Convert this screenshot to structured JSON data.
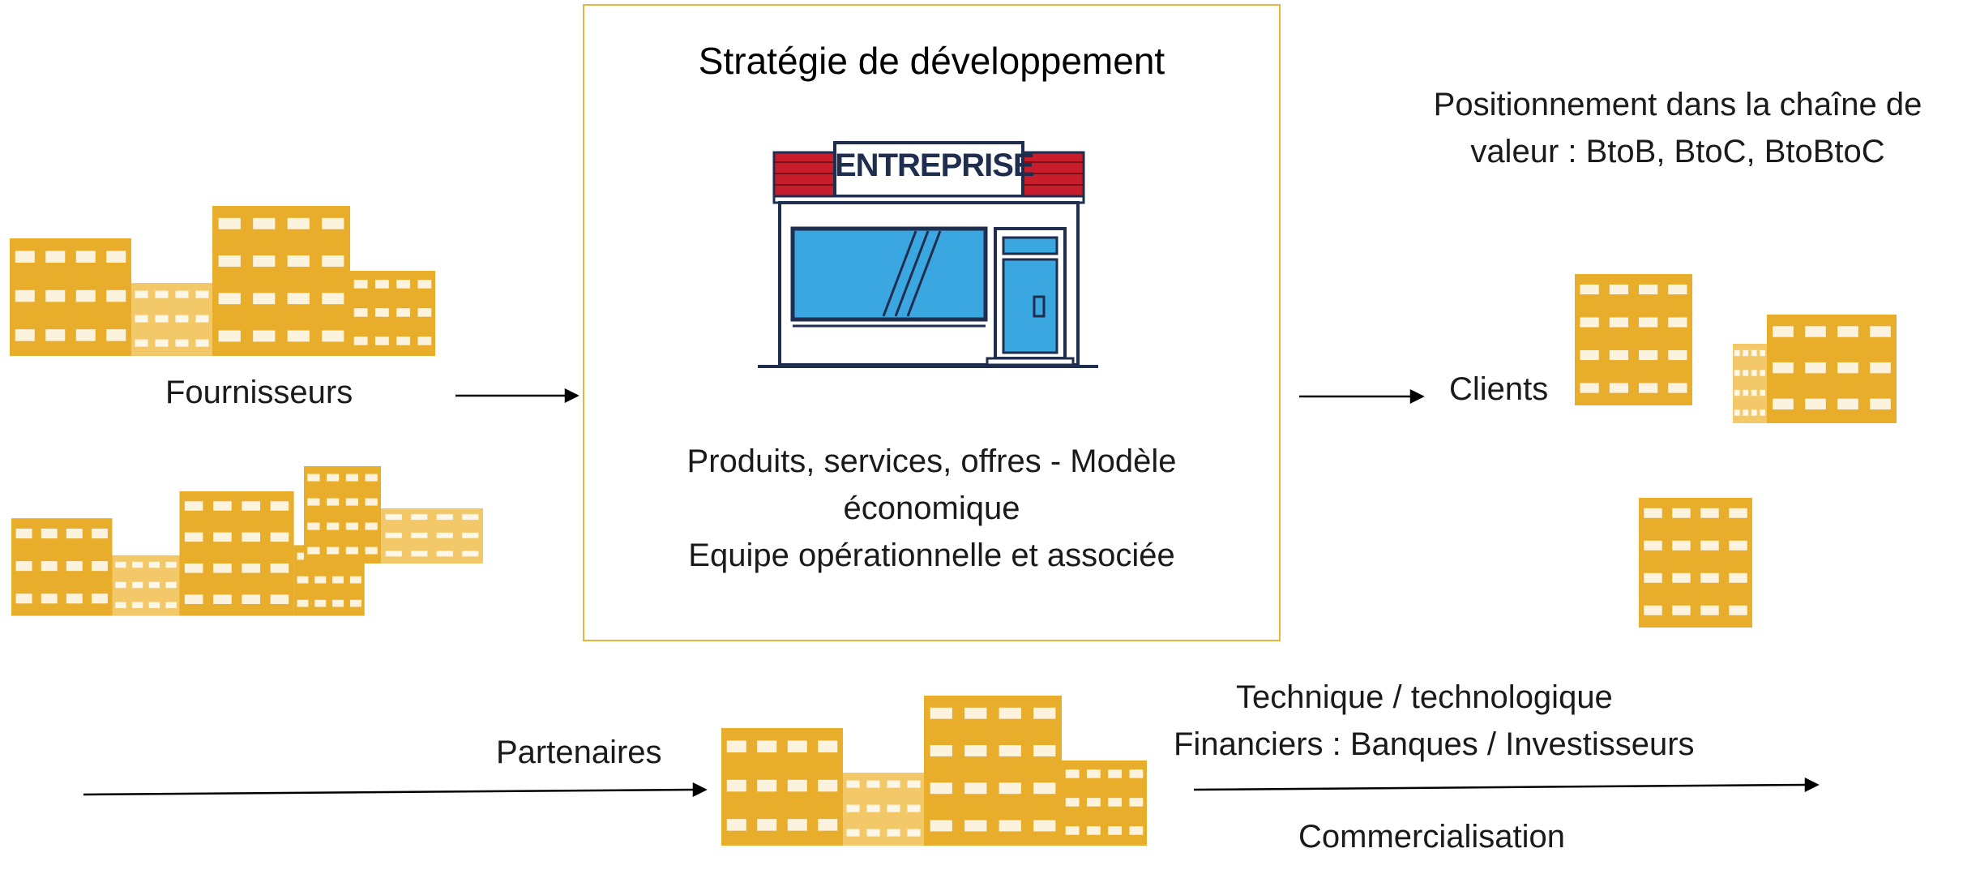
{
  "center": {
    "title": "Stratégie de développement",
    "storefront_sign": "ENTREPRISE",
    "line1": "Produits, services, offres - Modèle",
    "line2": "économique",
    "line3": "Equipe opérationnelle et associée"
  },
  "left": {
    "suppliers_label": "Fournisseurs"
  },
  "right": {
    "positioning_line1": "Positionnement dans la chaîne de",
    "positioning_line2": "valeur : BtoB, BtoC, BtoBtoC",
    "clients_label": "Clients"
  },
  "bottom": {
    "partners_label": "Partenaires",
    "line1": "Technique / technologique",
    "line2": "Financiers : Banques / Investisseurs",
    "line3": "Commercialisation"
  },
  "colors": {
    "building_dark": "#e8ad2a",
    "building_light": "#f2c869",
    "box_border": "#f0b23a",
    "store_blue": "#3ba7e0",
    "awning_red": "#c81e2b"
  }
}
